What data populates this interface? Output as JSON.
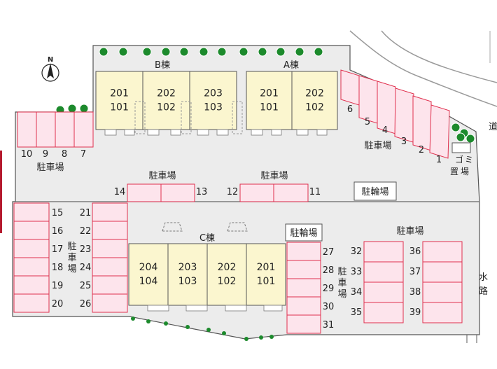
{
  "compass": {
    "north_label": "N"
  },
  "buildings": {
    "b": {
      "label": "B棟",
      "units": [
        {
          "upper": "201",
          "lower": "101"
        },
        {
          "upper": "202",
          "lower": "102"
        },
        {
          "upper": "203",
          "lower": "103"
        }
      ]
    },
    "a": {
      "label": "A棟",
      "units": [
        {
          "upper": "201",
          "lower": "101"
        },
        {
          "upper": "202",
          "lower": "102"
        }
      ]
    },
    "c": {
      "label": "C棟",
      "units": [
        {
          "upper": "204",
          "lower": "104"
        },
        {
          "upper": "203",
          "lower": "103"
        },
        {
          "upper": "202",
          "lower": "102"
        },
        {
          "upper": "201",
          "lower": "101"
        }
      ]
    }
  },
  "parking_label": "駐車場",
  "bike_parking_label": "駐輪場",
  "vertical_parking_chars": [
    "駐",
    "車",
    "場"
  ],
  "garbage_chars": [
    "ゴ",
    "ミ",
    "置",
    "場"
  ],
  "road_char": "道",
  "waterway_chars": [
    "水",
    "路"
  ],
  "spaces": {
    "top_left": [
      "10",
      "9",
      "8",
      "7"
    ],
    "top_right": [
      "6",
      "5",
      "4",
      "3",
      "2",
      "1"
    ],
    "middle_left": [
      "14",
      "13"
    ],
    "middle_right": [
      "12",
      "11"
    ],
    "west_left_col": [
      "15",
      "16",
      "17",
      "18",
      "19",
      "20"
    ],
    "west_right_col": [
      "21",
      "22",
      "23",
      "24",
      "25",
      "26"
    ],
    "center_col": [
      "27",
      "28",
      "29",
      "30",
      "31"
    ],
    "east_left_col": [
      "32",
      "33",
      "34",
      "35"
    ],
    "east_right_col": [
      "36",
      "37",
      "38",
      "39"
    ]
  },
  "colors": {
    "lot_fill": "#ececec",
    "parking_fill": "#fde4ec",
    "parking_stroke": "#e0304e",
    "building_fill": "#fbf6cf",
    "tree": "#1c8a2c"
  }
}
